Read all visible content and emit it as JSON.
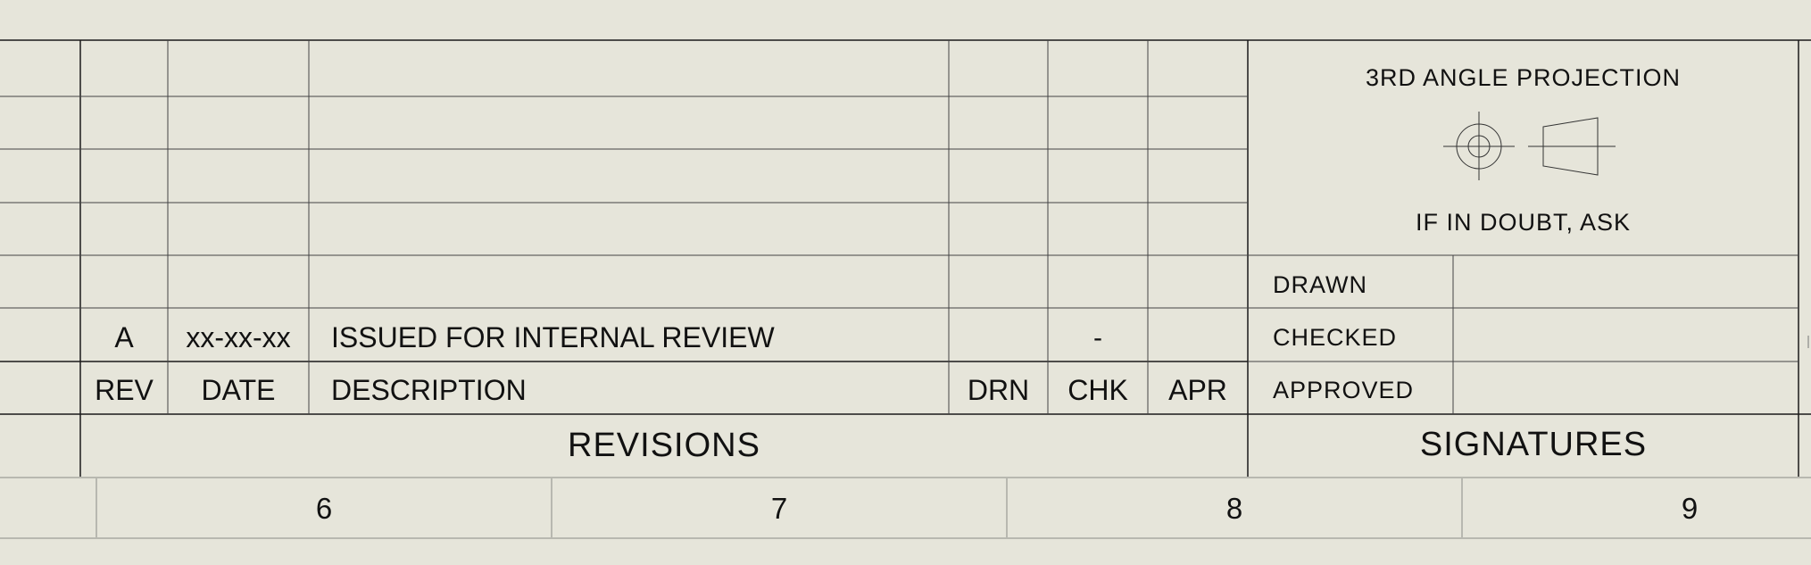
{
  "revisions": {
    "rows": [
      {
        "rev": "",
        "date": "",
        "description": "",
        "drn": "",
        "chk": "",
        "apr": ""
      },
      {
        "rev": "",
        "date": "",
        "description": "",
        "drn": "",
        "chk": "",
        "apr": ""
      },
      {
        "rev": "",
        "date": "",
        "description": "",
        "drn": "",
        "chk": "",
        "apr": ""
      },
      {
        "rev": "",
        "date": "",
        "description": "",
        "drn": "",
        "chk": "",
        "apr": ""
      },
      {
        "rev": "",
        "date": "",
        "description": "",
        "drn": "",
        "chk": "",
        "apr": ""
      },
      {
        "rev": "A",
        "date": "xx-xx-xx",
        "description": "ISSUED FOR INTERNAL REVIEW",
        "drn": "",
        "chk": "-",
        "apr": ""
      }
    ],
    "headers": {
      "rev": "REV",
      "date": "DATE",
      "description": "DESCRIPTION",
      "drn": "DRN",
      "chk": "CHK",
      "apr": "APR"
    },
    "title": "REVISIONS"
  },
  "projection": {
    "title": "3RD ANGLE PROJECTION",
    "note": "IF IN DOUBT, ASK"
  },
  "signatures": {
    "drawn_label": "DRAWN",
    "checked_label": "CHECKED",
    "approved_label": "APPROVED",
    "title": "SIGNATURES"
  },
  "zones": [
    "6",
    "7",
    "8",
    "9"
  ]
}
